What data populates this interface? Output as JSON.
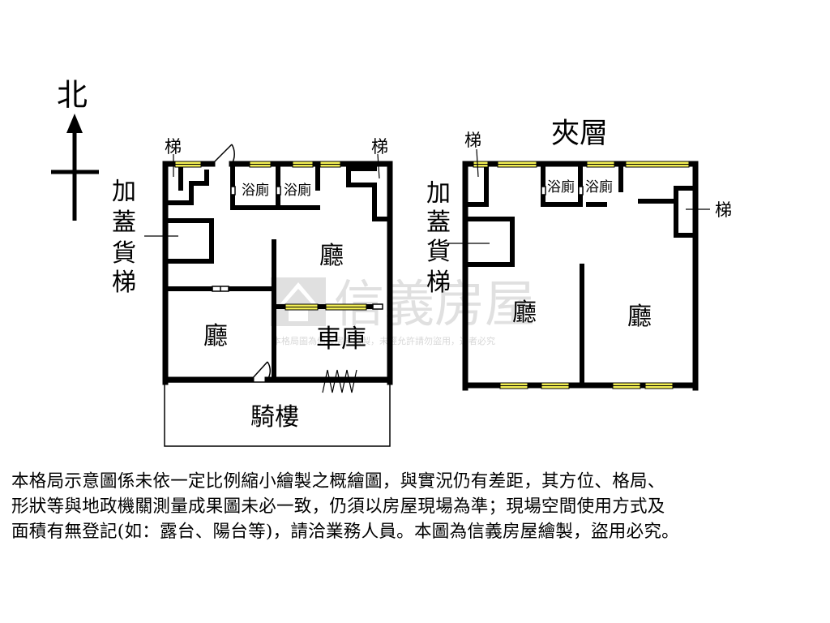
{
  "compass": {
    "north_label": "北"
  },
  "left_plan": {
    "stair_left": "梯",
    "stair_right": "梯",
    "freight_elevator": [
      "加",
      "蓋",
      "貨",
      "梯"
    ],
    "bath_1": "浴廁",
    "bath_2": "浴廁",
    "hall_upper": "廳",
    "hall_lower": "廳",
    "garage": "車庫",
    "arcade": "騎樓"
  },
  "right_plan": {
    "title": "夾層",
    "stair_left": "梯",
    "stair_right": "梯",
    "freight_elevator": [
      "加",
      "蓋",
      "貨",
      "梯"
    ],
    "bath_1": "浴廁",
    "bath_2": "浴廁",
    "hall_left": "廳",
    "hall_right": "廳"
  },
  "watermark": {
    "brand": "信義房屋",
    "notice": "本格局圖為信義房屋繪製，未經允許請勿盜用，違者必究"
  },
  "disclaimer": [
    "本格局示意圖係未依一定比例縮小繪製之概繪圖，與實況仍有差距，其方位、格局、",
    "形狀等與地政機關測量成果圖未必一致，仍須以房屋現場為準；現場空間使用方式及",
    "面積有無登記(如：露台、陽台等)，請洽業務人員。本圖為信義房屋繪製，盜用必究。"
  ],
  "colors": {
    "wall": "#000000",
    "window": "#f2ee55",
    "background": "#ffffff",
    "watermark": "#c8c8c8"
  }
}
